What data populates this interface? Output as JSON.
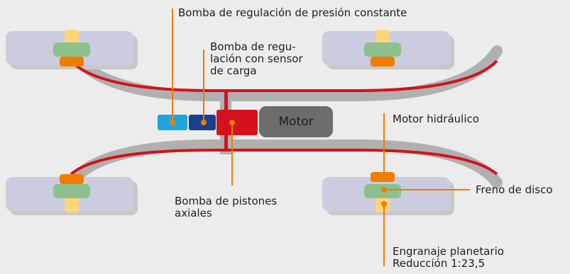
{
  "labels": {
    "pressure_pump": "Bomba de regulación de presión constante",
    "load_sensing_pump": [
      "Bomba de regu-",
      "lación con sensor",
      "de carga"
    ],
    "motor": "Motor",
    "hydraulic_motor": "Motor hidráulico",
    "axial_pump": [
      "Bomba de pistones",
      "axiales"
    ],
    "disc_brake": "Freno de disco",
    "planetary_gear": [
      "Engranaje planetario",
      "Reducción 1:23,5"
    ]
  },
  "colors": {
    "background": "#ececec",
    "wheel": "#cccce0",
    "wheel_shadow": "#c8c8c8",
    "hydraulic_line": "#d4121b",
    "frame": "#b0b0b0",
    "motor_body": "#6c6c6c",
    "axial_pump": "#d4121b",
    "load_sensing_pump": "#1a3f8f",
    "pressure_pump": "#1ea5de",
    "hydraulic_motor": "#f07d00",
    "disc_brake": "#8cc08c",
    "planetary_gear": "#ffd57a",
    "callout_line": "#f07d00"
  }
}
